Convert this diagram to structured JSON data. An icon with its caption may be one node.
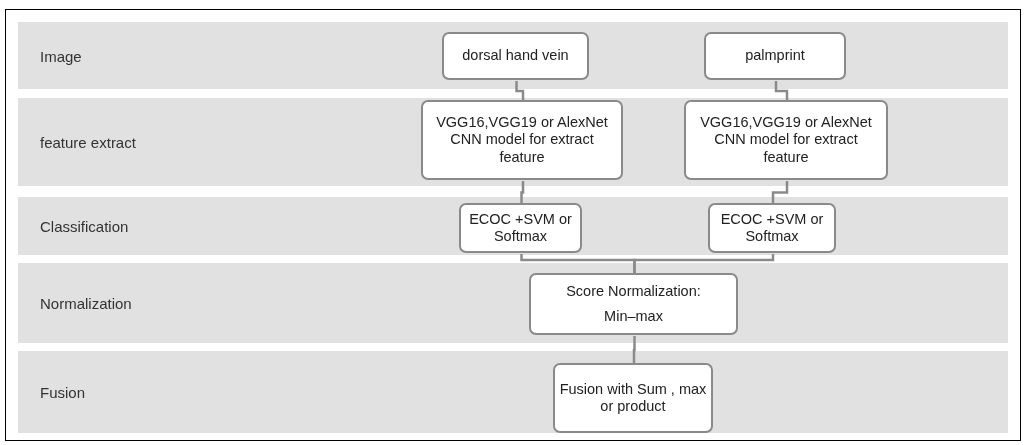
{
  "diagram": {
    "nodes": [
      {
        "text": [
          "Image"
        ]
      },
      {
        "text": [
          "dorsal hand vein"
        ],
        "in": 0
      },
      {
        "text": [
          "palmprint"
        ],
        "in": 0
      },
      {
        "text": [
          "feature extract"
        ]
      },
      {
        "text": [
          "VGG16,VGG19 or AlexNet CNN model for extract feature"
        ],
        "in": 3
      },
      {
        "text": [
          "VGG16,VGG19 or AlexNet CNN model for extract feature"
        ],
        "in": 3
      },
      {
        "text": [
          "Classification"
        ]
      },
      {
        "text": [
          "ECOC +SVM or Softmax"
        ],
        "in": 6
      },
      {
        "text": [
          "ECOC +SVM or Softmax"
        ],
        "in": 6
      },
      {
        "text": [
          "Normalization"
        ]
      },
      {
        "text": [
          "Score Normalization:",
          "Min–max"
        ],
        "in": 9
      },
      {
        "text": [
          "Fusion"
        ]
      },
      {
        "text": [
          "Fusion with Sum , max or product"
        ],
        "in": 11
      }
    ],
    "edges": [
      {
        "from": 1,
        "to": 4,
        "arrow": "none"
      },
      {
        "from": 2,
        "to": 5,
        "arrow": "none"
      },
      {
        "from": 4,
        "to": 7,
        "arrow": "none"
      },
      {
        "from": 5,
        "to": 8,
        "arrow": "none"
      },
      {
        "from": 7,
        "to": 10,
        "arrow": "none"
      },
      {
        "from": 8,
        "to": 10,
        "arrow": "none"
      },
      {
        "from": 10,
        "to": 12,
        "arrow": "none"
      }
    ]
  }
}
